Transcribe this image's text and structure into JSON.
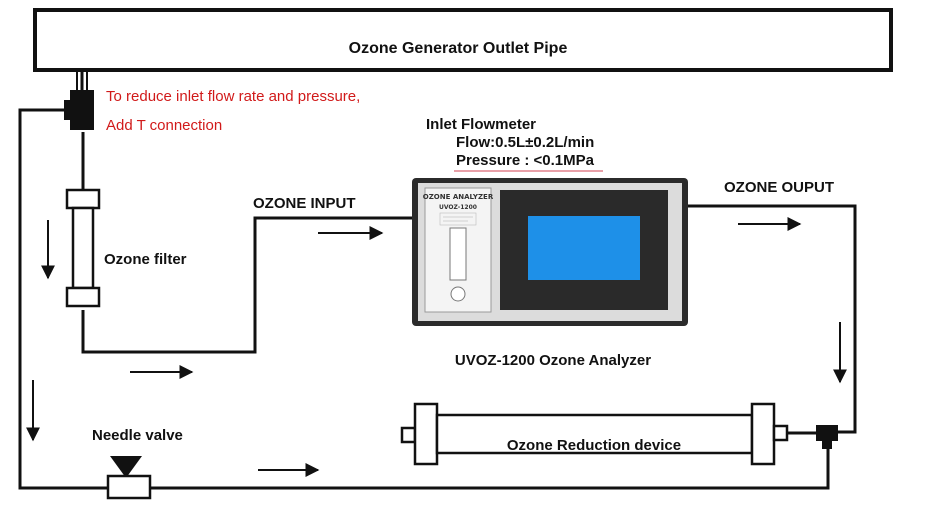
{
  "pipe": {
    "label": "Ozone Generator Outlet Pipe"
  },
  "note": {
    "line1": "To reduce inlet flow rate and pressure,",
    "line2": "Add T connection",
    "color": "#d11a1a"
  },
  "flowmeter": {
    "title": "Inlet Flowmeter",
    "flow": "Flow:0.5L±0.2L/min",
    "pressure": "Pressure : <0.1MPa",
    "underline_color": "#e8a0a8"
  },
  "labels": {
    "ozone_input": "OZONE INPUT",
    "ozone_output": "OZONE OUPUT",
    "ozone_filter": "Ozone filter",
    "needle_valve": "Needle valve",
    "reduction_device": "Ozone Reduction device",
    "analyzer_caption": "UVOZ-1200 Ozone Analyzer"
  },
  "analyzer_panel": {
    "brand": "OZONE ANALYZER",
    "model": "UVOZ-1200",
    "screen_color": "#1e90e8"
  }
}
